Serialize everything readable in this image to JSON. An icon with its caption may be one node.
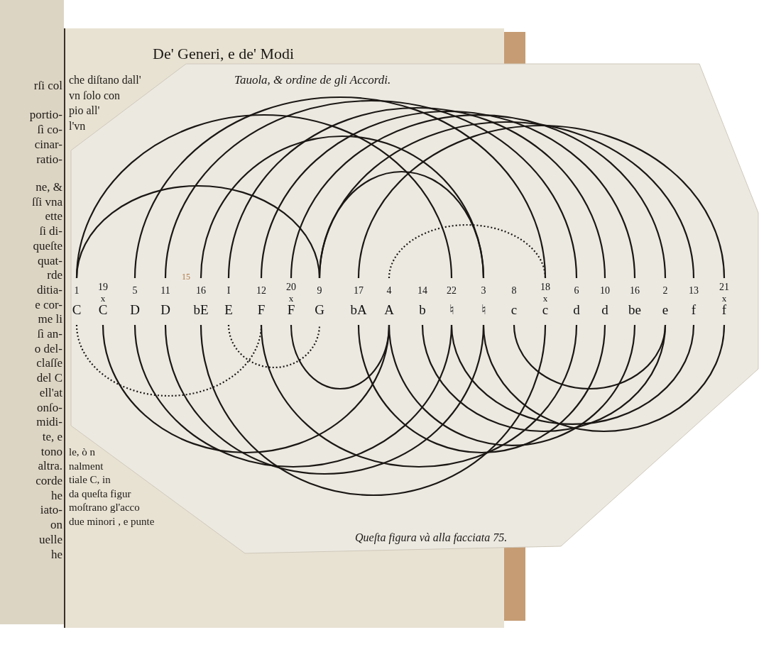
{
  "diagram": {
    "title": "Tauola, & ordine de gli Accordi.",
    "caption": "Queſta figura và alla facciata 75.",
    "labels": [
      "rſi col",
      "portio-",
      "ſì co-",
      "cinar-",
      "ratio-",
      "ne, &",
      "ſſi vna",
      "ette",
      "ſi di-",
      "queſte",
      "quat-",
      "rde",
      "ditia-",
      "e cor-",
      "me li",
      "ſì an-",
      "o del-",
      "claſſe",
      "del C",
      "ell'at",
      "onſo-",
      "midi-",
      "te, e",
      "tono",
      "altra.",
      "corde",
      "he",
      "iato-",
      "on",
      "uelle",
      "he",
      "De' Generi, e de' Modi",
      "che diſtano dall'",
      "vn ſolo con",
      "pio all'",
      "l'vn",
      "15",
      "1",
      "C",
      "19",
      "x",
      "C",
      "5",
      "D",
      "11",
      "D",
      "16",
      "bE",
      "I",
      "E",
      "12",
      "F",
      "20",
      "x",
      "F",
      "9",
      "G",
      "17",
      "bA",
      "4",
      "A",
      "14",
      "b",
      "22",
      "♮",
      "3",
      "♮",
      "8",
      "c",
      "18",
      "x",
      "c",
      "6",
      "d",
      "10",
      "d",
      "16",
      "be",
      "2",
      "e",
      "13",
      "f",
      "21",
      "x",
      "f",
      "le, ò n",
      "nalment",
      "tiale C, in",
      "da queſta figur",
      "moſtrano gl'acco",
      "due minori , e punte"
    ]
  }
}
